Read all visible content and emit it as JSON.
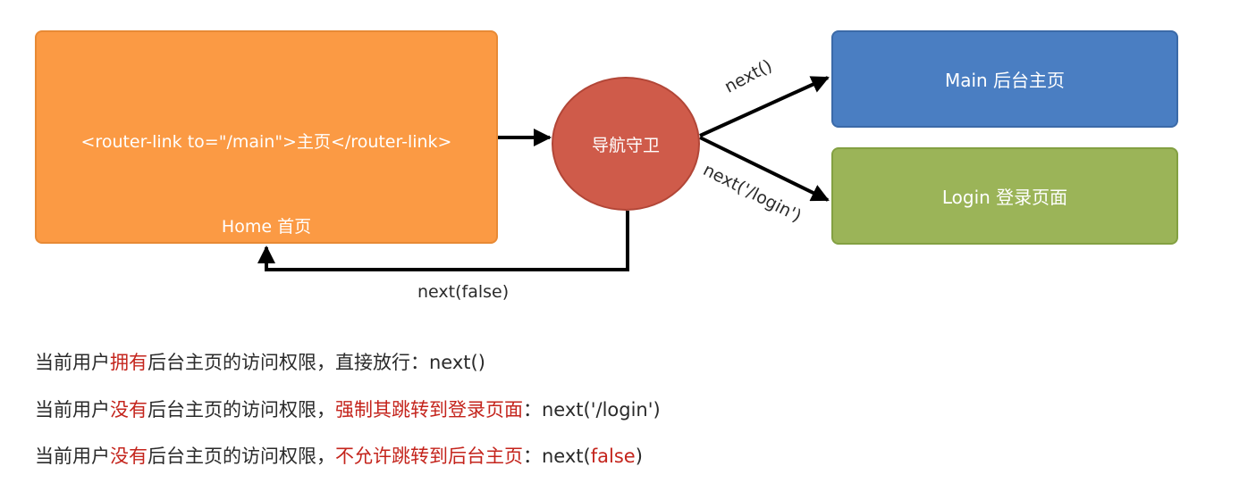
{
  "diagram": {
    "home": {
      "router_link": "<router-link to=\"/main\">主页</router-link>",
      "label": "Home 首页",
      "color": "#fb9a44"
    },
    "guard": {
      "label": "导航守卫",
      "color": "#cf5b4a"
    },
    "main": {
      "label": "Main 后台主页",
      "color": "#4a7ec2"
    },
    "login": {
      "label": "Login 登录页面",
      "color": "#9bb458"
    },
    "edges": {
      "to_main": "next()",
      "to_login": "next('/login')",
      "back_home": "next(false)"
    }
  },
  "descriptions": [
    {
      "prefix": "当前用户",
      "highlight": "拥有",
      "middle": "后台主页的访问权限，直接放行：next()",
      "highlight2": "",
      "suffix": ""
    },
    {
      "prefix": "当前用户",
      "highlight": "没有",
      "middle": "后台主页的访问权限，",
      "highlight2": "强制其跳转到登录页面",
      "suffix": "：next('/login')"
    },
    {
      "prefix": "当前用户",
      "highlight": "没有",
      "middle": "后台主页的访问权限，",
      "highlight2": "不允许跳转到后台主页",
      "suffix": "：next(",
      "highlight3": "false",
      "suffix2": ")"
    }
  ],
  "colors": {
    "highlight": "#c4241c",
    "text": "#2a2a2a"
  }
}
